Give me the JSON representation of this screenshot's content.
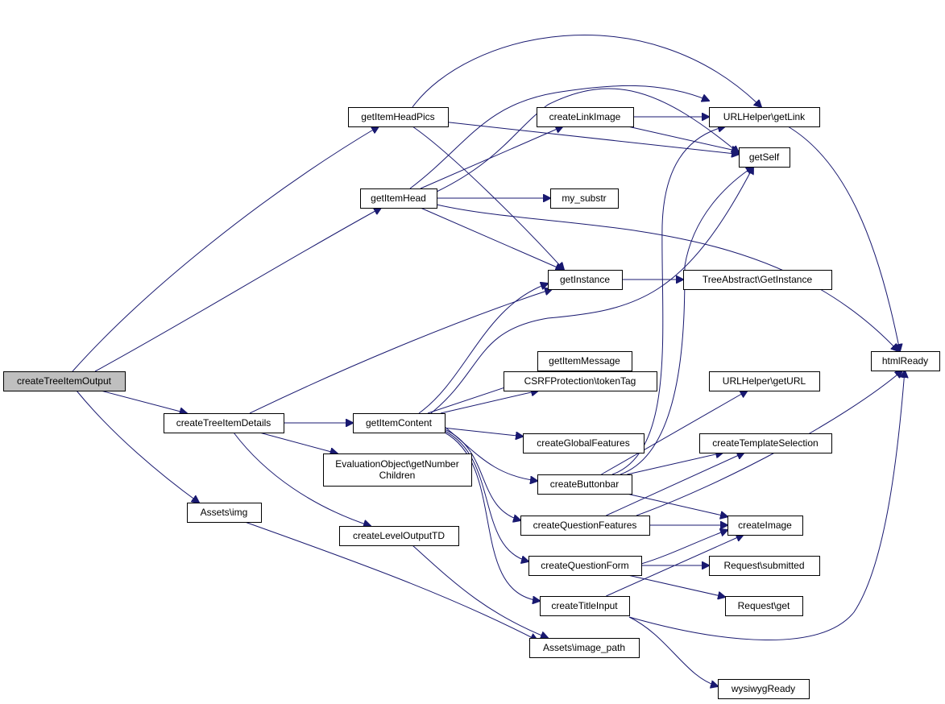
{
  "graph": {
    "colors": {
      "edge": "#191970",
      "node_fill": "#ffffff",
      "root_fill": "#bfbfbf",
      "border": "#000000"
    },
    "nodes": [
      {
        "id": "createTreeItemOutput",
        "lines": [
          "createTreeItemOutput"
        ],
        "root": true
      },
      {
        "id": "getItemHeadPics",
        "lines": [
          "getItemHeadPics"
        ]
      },
      {
        "id": "getItemHead",
        "lines": [
          "getItemHead"
        ]
      },
      {
        "id": "createTreeItemDetails",
        "lines": [
          "createTreeItemDetails"
        ]
      },
      {
        "id": "assetsImg",
        "lines": [
          "Assets\\img"
        ]
      },
      {
        "id": "getInstance",
        "lines": [
          "getInstance"
        ]
      },
      {
        "id": "createLinkImage",
        "lines": [
          "createLinkImage"
        ]
      },
      {
        "id": "my_substr",
        "lines": [
          "my_substr"
        ]
      },
      {
        "id": "getItemContent",
        "lines": [
          "getItemContent"
        ]
      },
      {
        "id": "evalGetNumberChildren",
        "lines": [
          "EvaluationObject\\getNumber",
          "Children"
        ]
      },
      {
        "id": "createLevelOutputTD",
        "lines": [
          "createLevelOutputTD"
        ]
      },
      {
        "id": "assetsImagePath",
        "lines": [
          "Assets\\image_path"
        ]
      },
      {
        "id": "getItemMessage",
        "lines": [
          "getItemMessage"
        ]
      },
      {
        "id": "csrfTokenTag",
        "lines": [
          "CSRFProtection\\tokenTag"
        ]
      },
      {
        "id": "createGlobalFeatures",
        "lines": [
          "createGlobalFeatures"
        ]
      },
      {
        "id": "createButtonbar",
        "lines": [
          "createButtonbar"
        ]
      },
      {
        "id": "createQuestionFeatures",
        "lines": [
          "createQuestionFeatures"
        ]
      },
      {
        "id": "createQuestionForm",
        "lines": [
          "createQuestionForm"
        ]
      },
      {
        "id": "createTitleInput",
        "lines": [
          "createTitleInput"
        ]
      },
      {
        "id": "urlGetLink",
        "lines": [
          "URLHelper\\getLink"
        ]
      },
      {
        "id": "getSelf",
        "lines": [
          "getSelf"
        ]
      },
      {
        "id": "treeAbstractGetInstance",
        "lines": [
          "TreeAbstract\\GetInstance"
        ]
      },
      {
        "id": "urlGetURL",
        "lines": [
          "URLHelper\\getURL"
        ]
      },
      {
        "id": "createTemplateSelection",
        "lines": [
          "createTemplateSelection"
        ]
      },
      {
        "id": "createImage",
        "lines": [
          "createImage"
        ]
      },
      {
        "id": "requestSubmitted",
        "lines": [
          "Request\\submitted"
        ]
      },
      {
        "id": "requestGet",
        "lines": [
          "Request\\get"
        ]
      },
      {
        "id": "wysiwygReady",
        "lines": [
          "wysiwygReady"
        ]
      },
      {
        "id": "htmlReady",
        "lines": [
          "htmlReady"
        ]
      }
    ],
    "edges": [
      [
        "createTreeItemOutput",
        "getItemHeadPics"
      ],
      [
        "createTreeItemOutput",
        "getItemHead"
      ],
      [
        "createTreeItemOutput",
        "createTreeItemDetails"
      ],
      [
        "createTreeItemOutput",
        "assetsImg"
      ],
      [
        "getItemHeadPics",
        "urlGetLink"
      ],
      [
        "getItemHeadPics",
        "getSelf"
      ],
      [
        "getItemHeadPics",
        "getInstance"
      ],
      [
        "getItemHead",
        "createLinkImage"
      ],
      [
        "getItemHead",
        "getSelf"
      ],
      [
        "getItemHead",
        "my_substr"
      ],
      [
        "getItemHead",
        "getInstance"
      ],
      [
        "getItemHead",
        "urlGetLink"
      ],
      [
        "getItemHead",
        "htmlReady"
      ],
      [
        "createLinkImage",
        "urlGetLink"
      ],
      [
        "createLinkImage",
        "getSelf"
      ],
      [
        "createTreeItemDetails",
        "getInstance"
      ],
      [
        "createTreeItemDetails",
        "getItemContent"
      ],
      [
        "createTreeItemDetails",
        "evalGetNumberChildren"
      ],
      [
        "createTreeItemDetails",
        "createLevelOutputTD"
      ],
      [
        "getInstance",
        "treeAbstractGetInstance"
      ],
      [
        "getItemContent",
        "getInstance"
      ],
      [
        "getItemContent",
        "getSelf"
      ],
      [
        "getItemContent",
        "getItemMessage"
      ],
      [
        "getItemContent",
        "csrfTokenTag"
      ],
      [
        "getItemContent",
        "createGlobalFeatures"
      ],
      [
        "getItemContent",
        "createButtonbar"
      ],
      [
        "getItemContent",
        "createQuestionFeatures"
      ],
      [
        "getItemContent",
        "createQuestionForm"
      ],
      [
        "getItemContent",
        "createTitleInput"
      ],
      [
        "createButtonbar",
        "urlGetLink"
      ],
      [
        "createButtonbar",
        "getSelf"
      ],
      [
        "createButtonbar",
        "urlGetURL"
      ],
      [
        "createButtonbar",
        "createTemplateSelection"
      ],
      [
        "createButtonbar",
        "createImage"
      ],
      [
        "createQuestionFeatures",
        "createTemplateSelection"
      ],
      [
        "createQuestionFeatures",
        "createImage"
      ],
      [
        "createQuestionFeatures",
        "htmlReady"
      ],
      [
        "createQuestionForm",
        "createImage"
      ],
      [
        "createQuestionForm",
        "requestSubmitted"
      ],
      [
        "createQuestionForm",
        "requestGet"
      ],
      [
        "createTitleInput",
        "createImage"
      ],
      [
        "createTitleInput",
        "wysiwygReady"
      ],
      [
        "createTitleInput",
        "htmlReady"
      ],
      [
        "createLevelOutputTD",
        "assetsImagePath"
      ],
      [
        "assetsImg",
        "assetsImagePath"
      ],
      [
        "urlGetLink",
        "htmlReady"
      ]
    ]
  }
}
